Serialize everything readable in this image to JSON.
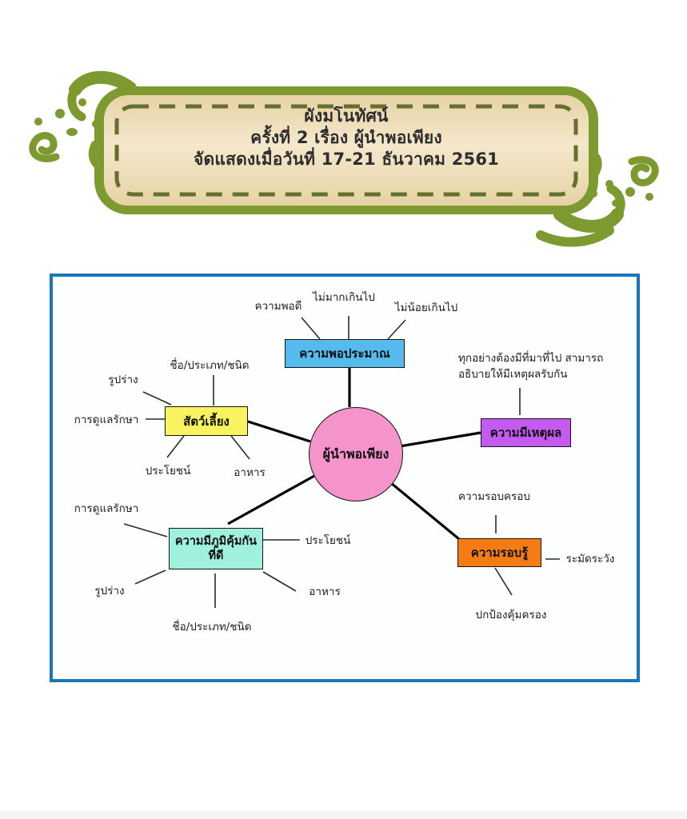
{
  "banner": {
    "title_lines": [
      "ผังมโนทัศน์",
      "ครั้งที่ 2 เรื่อง ผู้นำพอเพียง",
      "จัดแสดงเมื่อวันที่ 17-21  ธันวาคม 2561"
    ],
    "frame_color": "#7c9a30",
    "panel_color": "#ecd9b2",
    "stitch_color": "#64712a"
  },
  "mindmap": {
    "frame_color": "#1a76b6",
    "center": {
      "label": "ผู้นำพอเพียง",
      "color": "#f593cb"
    },
    "nodes": [
      {
        "id": "moderation",
        "label": "ความพอประมาณ",
        "color": "#54bbec"
      },
      {
        "id": "pets",
        "label": "สัตว์เลี้ยง",
        "color": "#f8f35e"
      },
      {
        "id": "reason",
        "label": "ความมีเหตุผล",
        "color": "#c45af0"
      },
      {
        "id": "immunity",
        "label_line1": "ความมีภูมิคุ้มกัน",
        "label_line2": "ที่ดี",
        "color": "#a0f0de"
      },
      {
        "id": "knowledge",
        "label": "ความรอบรู้",
        "color": "#f57c14"
      }
    ],
    "moderation_labels": [
      "ความพอดี",
      "ไม่มากเกินไป",
      "ไม่น้อยเกินไป"
    ],
    "pet_labels": [
      "ชื่อ/ประเภท/ชนิด",
      "รูปร่าง",
      "การดูแลรักษา",
      "ประโยชน์",
      "อาหาร"
    ],
    "reason_note_lines": [
      "ทุกอย่างต้องมีที่มาที่ไป สามารถ",
      "อธิบายให้มีเหตุผลรับกัน"
    ],
    "immunity_labels": [
      "การดูแลรักษา",
      "ประโยชน์",
      "รูปร่าง",
      "อาหาร",
      "ชื่อ/ประเภท/ชนิด"
    ],
    "knowledge_labels": [
      "ความรอบครอบ",
      "ระมัดระวัง",
      "ปกป้องคุ้มครอง"
    ]
  }
}
